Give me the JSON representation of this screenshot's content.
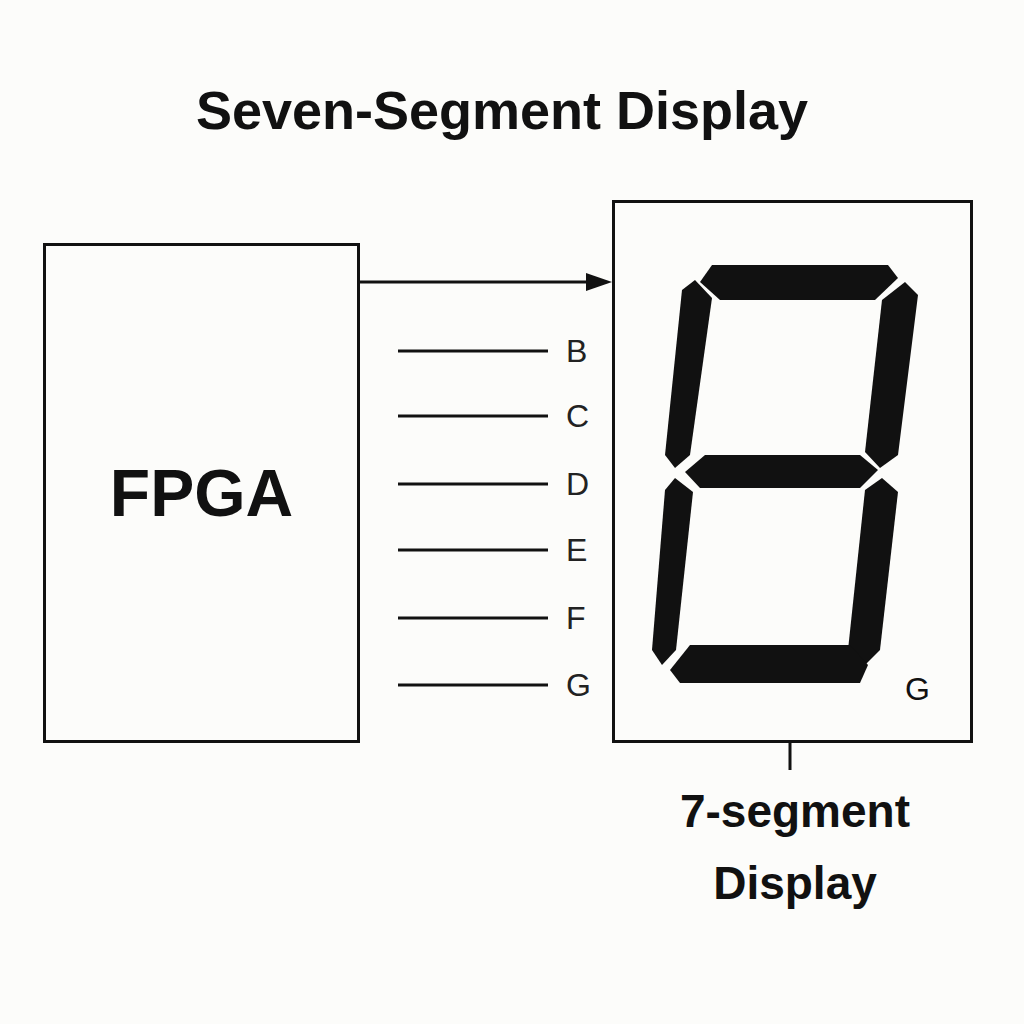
{
  "diagram": {
    "title": "Seven-Segment Display",
    "nodes": [
      {
        "text": [
          "FPGA"
        ]
      },
      {
        "text": [
          "G",
          "7-segment Display"
        ]
      }
    ],
    "edges": [
      {
        "from": 0,
        "to": 1,
        "arrow": "to"
      }
    ],
    "labels": [
      "B",
      "C",
      "D",
      "E",
      "F",
      "G"
    ]
  }
}
